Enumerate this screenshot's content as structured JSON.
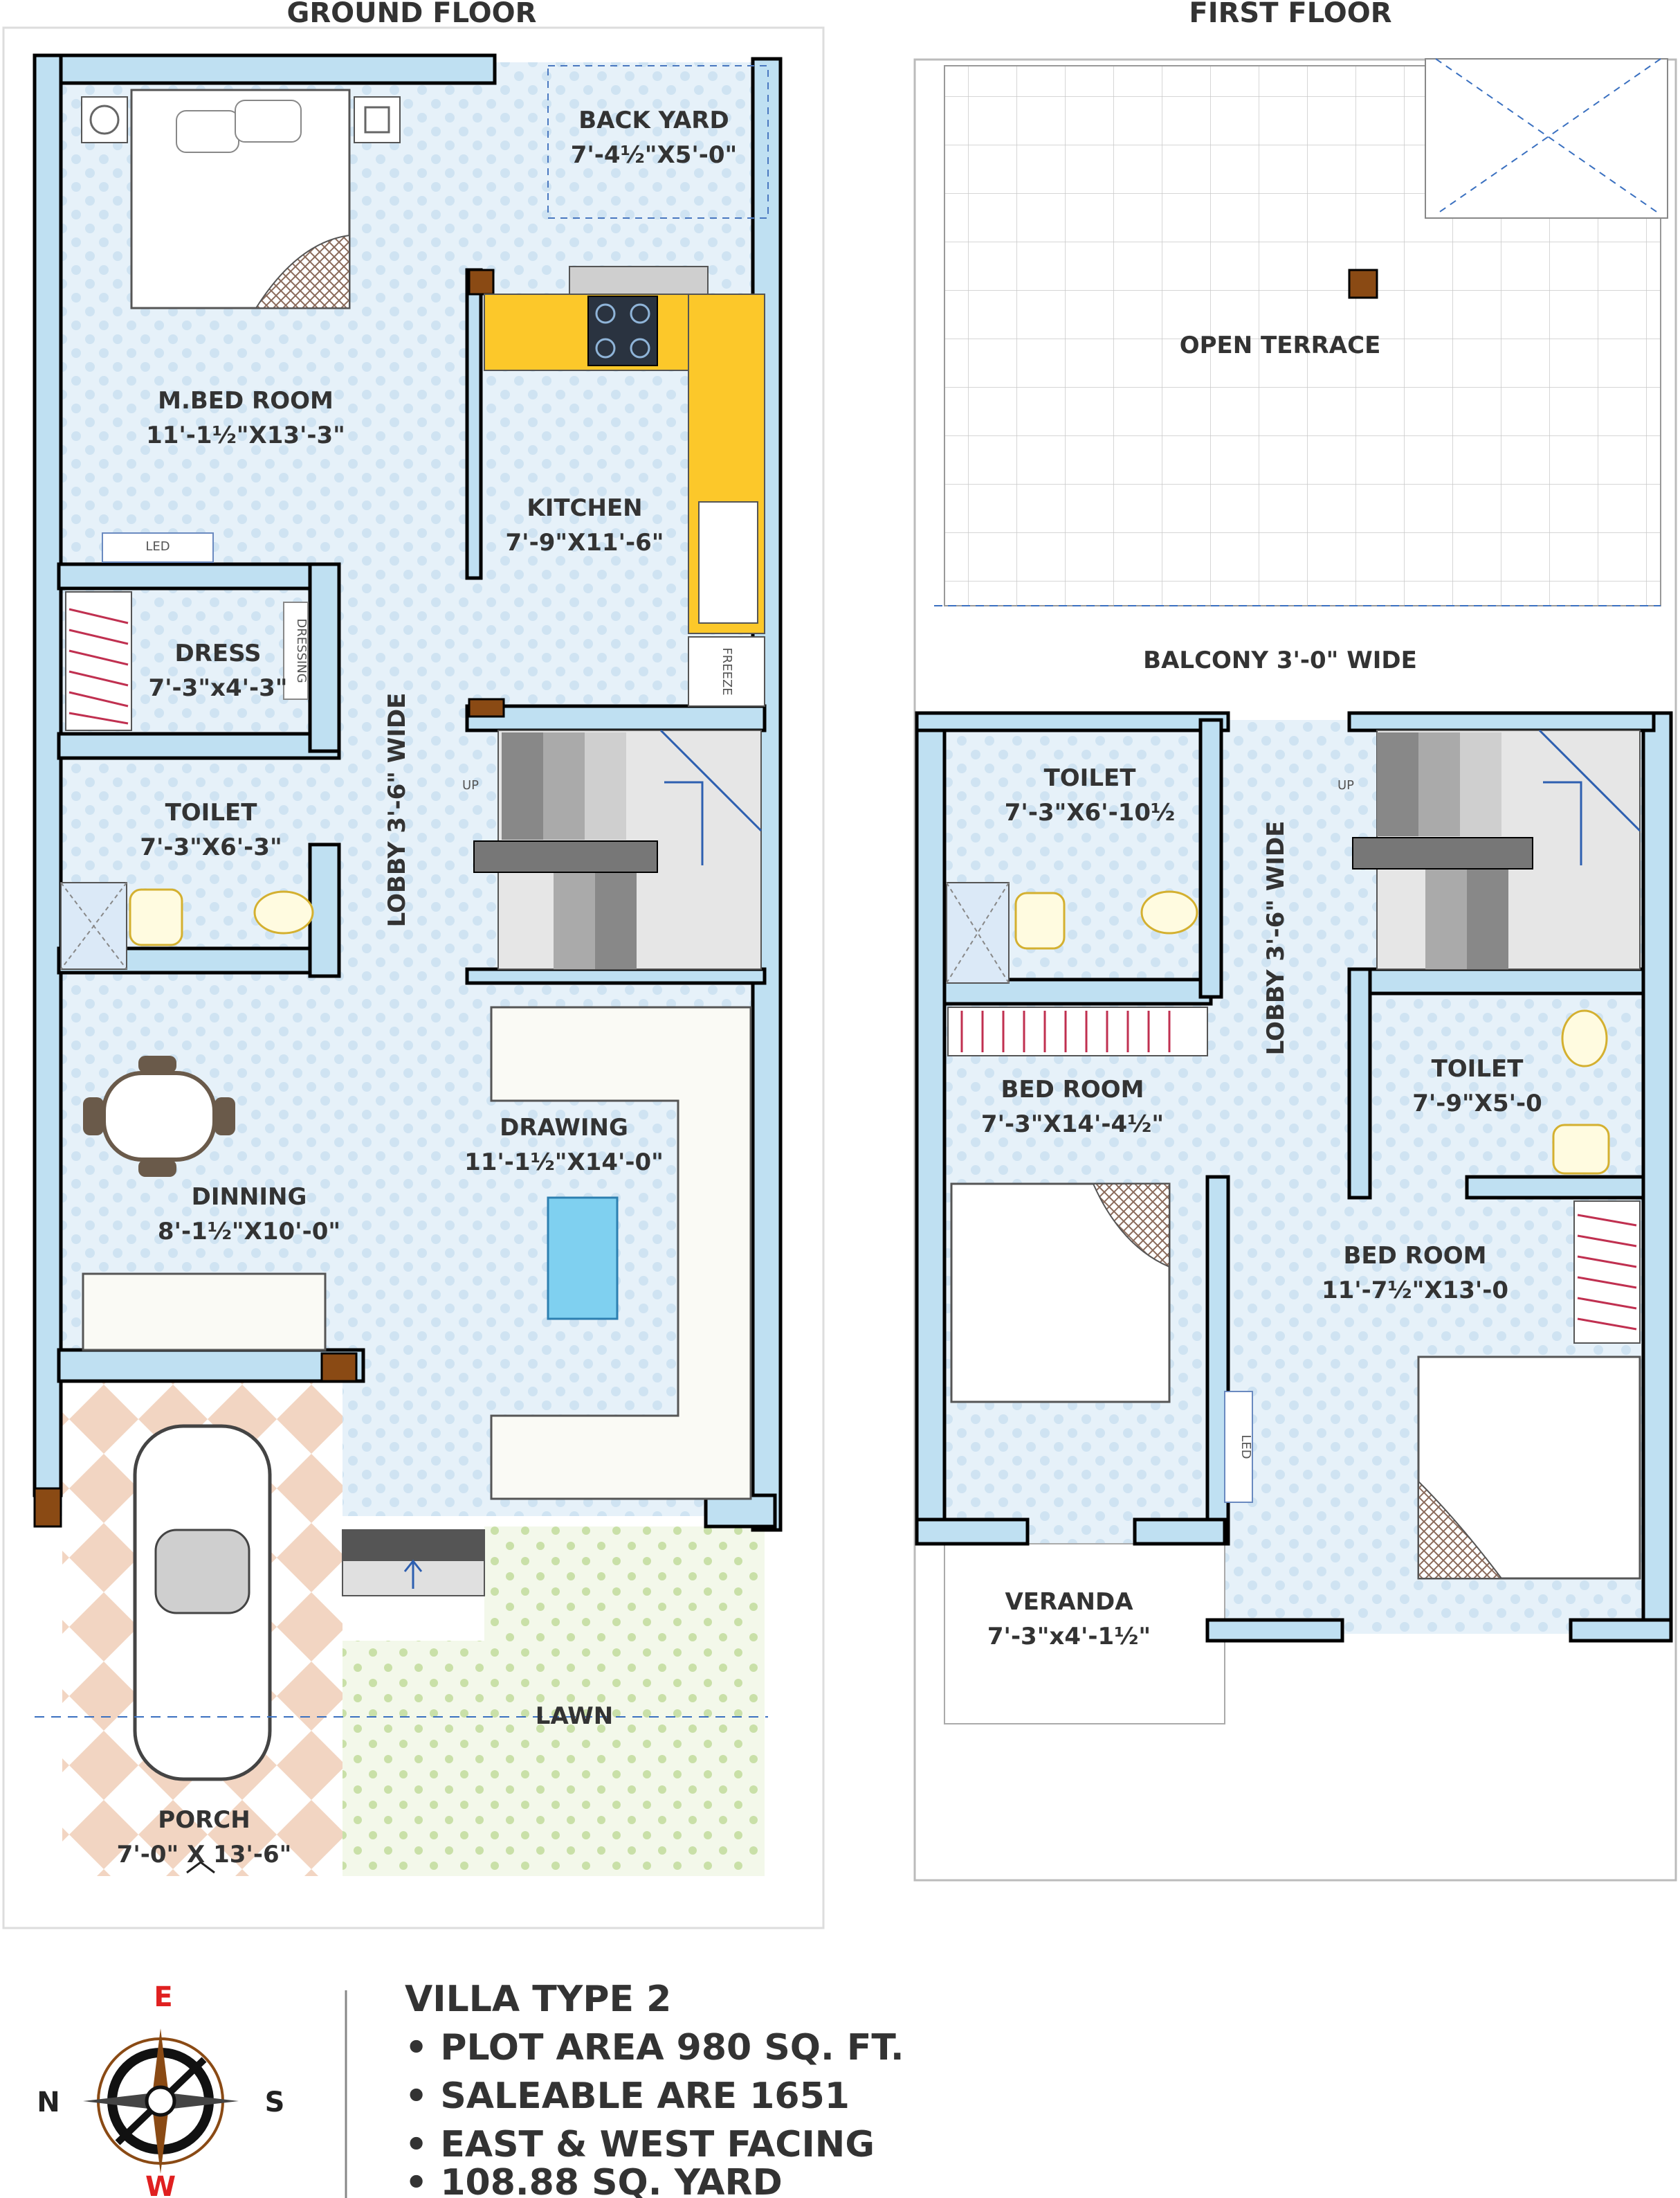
{
  "titles": {
    "ground": "GROUND FLOOR",
    "first": "FIRST FLOOR"
  },
  "ground_rooms": [
    {
      "id": "mbed",
      "name": "M.BED ROOM",
      "size": "11'-1½\"X13'-3\""
    },
    {
      "id": "backyard",
      "name": "BACK YARD",
      "size": "7'-4½\"X5'-0\""
    },
    {
      "id": "kitchen",
      "name": "KITCHEN",
      "size": "7'-9\"X11'-6\""
    },
    {
      "id": "dress",
      "name": "DRESS",
      "size": "7'-3\"x4'-3\""
    },
    {
      "id": "toilet",
      "name": "TOILET",
      "size": "7'-3\"X6'-3\""
    },
    {
      "id": "drawing",
      "name": "DRAWING",
      "size": "11'-1½\"X14'-0\""
    },
    {
      "id": "dinning",
      "name": "DINNING",
      "size": "8'-1½\"X10'-0\""
    },
    {
      "id": "porch",
      "name": "PORCH",
      "size": "7'-0\" X 13'-6\""
    },
    {
      "id": "lawn",
      "name": "LAWN",
      "size": ""
    }
  ],
  "ground_lobby": "LOBBY 3'-6\" WIDE",
  "first_rooms": [
    {
      "id": "terrace",
      "name": "OPEN TERRACE",
      "size": ""
    },
    {
      "id": "toilet1",
      "name": "TOILET",
      "size": "7'-3\"X6'-10½"
    },
    {
      "id": "bed1",
      "name": "BED ROOM",
      "size": "7'-3\"X14'-4½\""
    },
    {
      "id": "toilet2",
      "name": "TOILET",
      "size": "7'-9\"X5'-0"
    },
    {
      "id": "bed2",
      "name": "BED ROOM",
      "size": "11'-7½\"X13'-0"
    },
    {
      "id": "veranda",
      "name": "VERANDA",
      "size": "7'-3\"x4'-1½\""
    }
  ],
  "first_lobby": "LOBBY 3'-6\" WIDE",
  "balcony": "BALCONY 3'-0\" WIDE",
  "fixtures": {
    "led": "LED",
    "up": "UP",
    "dressing": "DRESSING",
    "freeze": "FREEZE"
  },
  "compass": {
    "north": "N",
    "south": "S",
    "east": "E",
    "west": "W"
  },
  "info": {
    "title": "VILLA TYPE 2",
    "lines": [
      "• PLOT AREA 980 SQ. FT.",
      "• SALEABLE ARE 1651",
      "• EAST & WEST FACING",
      "• 108.88 SQ. YARD"
    ]
  },
  "colors": {
    "floor": "#e4eff8",
    "wall": "#bfe0f2",
    "counter": "#fcc82a",
    "porch_tile": "#f0d2bf",
    "lawn": "#eef5e2",
    "door_block": "#8a4a14",
    "compass_red": "#e02020"
  }
}
